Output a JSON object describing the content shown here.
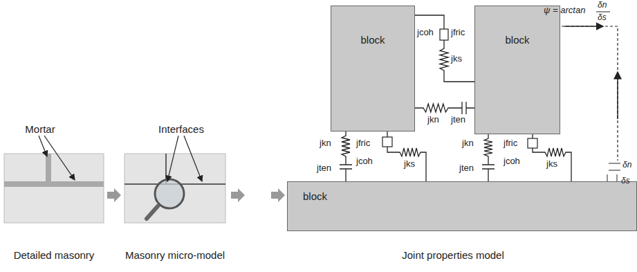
{
  "diagram": {
    "nodes": [
      {
        "text": [
          "block"
        ]
      },
      {
        "text": [
          "block"
        ]
      },
      {
        "text": [
          "block"
        ]
      }
    ],
    "edges": [
      {
        "from": 0,
        "to": 1,
        "arrow": "none"
      },
      {
        "from": 0,
        "to": 1,
        "arrow": "none"
      },
      {
        "from": 0,
        "to": 2,
        "arrow": "none"
      },
      {
        "from": 0,
        "to": 2,
        "arrow": "none"
      },
      {
        "from": 1,
        "to": 2,
        "arrow": "none"
      },
      {
        "from": 1,
        "to": 2,
        "arrow": "none"
      }
    ],
    "labels": [
      "Mortar",
      "Interfaces",
      "Detailed masonry",
      "Masonry micro-model",
      "Joint properties model",
      "jcoh",
      "jfric",
      "jks",
      "jkn",
      "jten",
      "jkn",
      "jten",
      "jfric",
      "jcoh",
      "jks",
      "jkn",
      "jten",
      "jfric",
      "jcoh",
      "jks",
      "ψ = arctan",
      "δn",
      "δs",
      "δn",
      "δs"
    ]
  }
}
